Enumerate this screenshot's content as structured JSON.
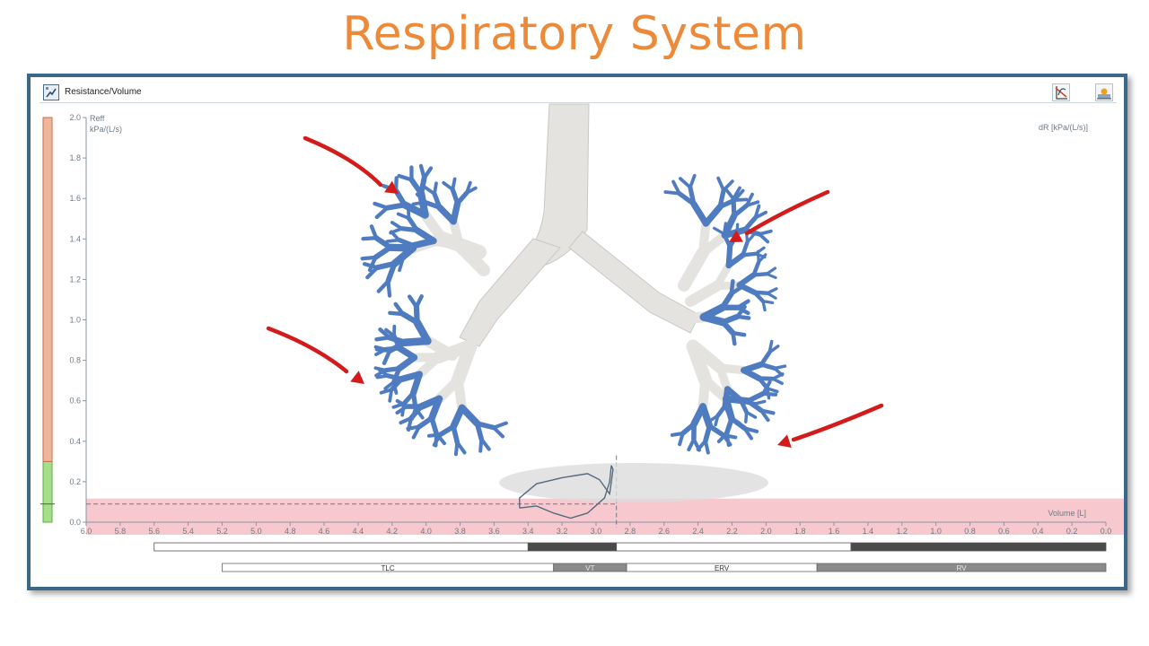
{
  "page": {
    "title": "Respiratory System"
  },
  "panel": {
    "title": "Resistance/Volume",
    "tools": [
      {
        "name": "curve-tool-icon"
      },
      {
        "name": "image-export-icon"
      }
    ]
  },
  "chart_data": {
    "type": "line",
    "y_axis": {
      "label_line1": "Reff",
      "label_line2": "kPa/(L/s)",
      "ticks": [
        "2.0",
        "1.8",
        "1.6",
        "1.4",
        "1.2",
        "1.0",
        "0.8",
        "0.6",
        "0.4",
        "0.2",
        "0.0"
      ],
      "ylim": [
        0,
        2.0
      ]
    },
    "y2_axis": {
      "label": "dR [kPa/(L/s)]"
    },
    "x_axis": {
      "label": "Volume [L]",
      "ticks": [
        "6.0",
        "5.8",
        "5.6",
        "5.4",
        "5.2",
        "5.0",
        "4.8",
        "4.6",
        "4.4",
        "4.2",
        "4.0",
        "3.8",
        "3.6",
        "3.4",
        "3.2",
        "3.0",
        "2.8",
        "2.6",
        "2.4",
        "2.2",
        "2.0",
        "1.8",
        "1.6",
        "1.4",
        "1.2",
        "1.0",
        "0.8",
        "0.6",
        "0.4",
        "0.2",
        "0.0"
      ],
      "xlim": [
        6.0,
        0.0
      ],
      "reversed": true
    },
    "reference_band": {
      "y_from": 0.0,
      "y_to": 0.09,
      "x_from": 6.0,
      "x_to": 0.0,
      "color": "#f7c9cf"
    },
    "dashed_reference": {
      "y": 0.09,
      "x": 2.88
    },
    "loop_curve": {
      "points": [
        [
          3.45,
          0.07
        ],
        [
          3.35,
          0.08
        ],
        [
          3.25,
          0.045
        ],
        [
          3.15,
          0.02
        ],
        [
          3.05,
          0.045
        ],
        [
          2.95,
          0.12
        ],
        [
          2.92,
          0.2
        ],
        [
          2.91,
          0.28
        ],
        [
          2.9,
          0.26
        ],
        [
          2.92,
          0.14
        ],
        [
          2.98,
          0.21
        ],
        [
          3.05,
          0.24
        ],
        [
          3.2,
          0.22
        ],
        [
          3.35,
          0.19
        ],
        [
          3.45,
          0.12
        ],
        [
          3.45,
          0.07
        ]
      ]
    },
    "side_gauge": {
      "segments": [
        {
          "from": 0.0,
          "to": 0.3,
          "color": "#a6df8a"
        },
        {
          "from": 0.3,
          "to": 2.0,
          "color": "#efb79a"
        }
      ],
      "marker": 0.09
    },
    "volume_bars": [
      {
        "from": 5.6,
        "to": 3.4,
        "fill": "#ffffff"
      },
      {
        "from": 3.4,
        "to": 2.88,
        "fill": "#4a4a4a"
      },
      {
        "from": 2.88,
        "to": 1.5,
        "fill": "#ffffff"
      },
      {
        "from": 1.5,
        "to": 0.0,
        "fill": "#4a4a4a"
      }
    ],
    "volume_segments": [
      {
        "label": "TLC",
        "from": 5.2,
        "to": 3.25,
        "fill": "#ffffff",
        "text": "#333333"
      },
      {
        "label": "VT",
        "from": 3.25,
        "to": 2.82,
        "fill": "#8a8a8a",
        "text": "#e8e8e8"
      },
      {
        "label": "ERV",
        "from": 2.82,
        "to": 1.7,
        "fill": "#ffffff",
        "text": "#333333"
      },
      {
        "label": "RV",
        "from": 1.7,
        "to": 0.0,
        "fill": "#8a8a8a",
        "text": "#e8e8e8"
      }
    ]
  },
  "illustration": {
    "subject": "bronchial-tree",
    "trachea_color": "#e4e3df",
    "bronchi_color": "#4f7cc0",
    "arrow_color": "#d41b1b",
    "arrow_count": 4
  }
}
